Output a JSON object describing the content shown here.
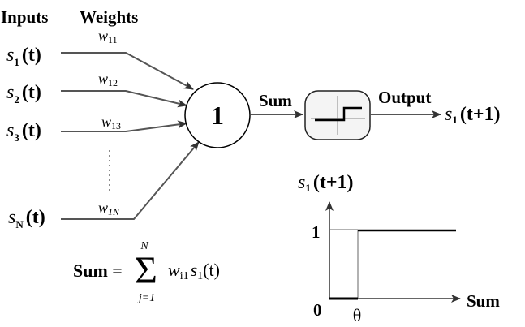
{
  "headers": {
    "inputs": "Inputs",
    "weights": "Weights"
  },
  "inputs": [
    {
      "var": "s",
      "sub": "1",
      "arg": "(t)",
      "weight": "w",
      "weight_sub": "11"
    },
    {
      "var": "s",
      "sub": "2",
      "arg": "(t)",
      "weight": "w",
      "weight_sub": "12"
    },
    {
      "var": "s",
      "sub": "3",
      "arg": "(t)",
      "weight": "w",
      "weight_sub": "13"
    },
    {
      "var": "s",
      "sub": "N",
      "arg": "(t)",
      "weight": "w",
      "weight_sub": "1N"
    }
  ],
  "neuron": {
    "label": "1"
  },
  "sum_label": "Sum",
  "output_label": "Output",
  "output_value": {
    "var": "s",
    "sub": "1",
    "arg": "(t+1)"
  },
  "formula": {
    "lhs": "Sum =",
    "upper": "N",
    "lower": "j=1",
    "sigma": "Σ",
    "w": "w",
    "w_sub": "i1",
    "s": "s",
    "s_sub": "1",
    "arg": "(t)"
  },
  "step_plot": {
    "y_title": {
      "var": "s",
      "sub": "1",
      "arg": "(t+1)"
    },
    "y_tick": "1",
    "origin": "0",
    "threshold": "θ",
    "x_label": "Sum"
  }
}
